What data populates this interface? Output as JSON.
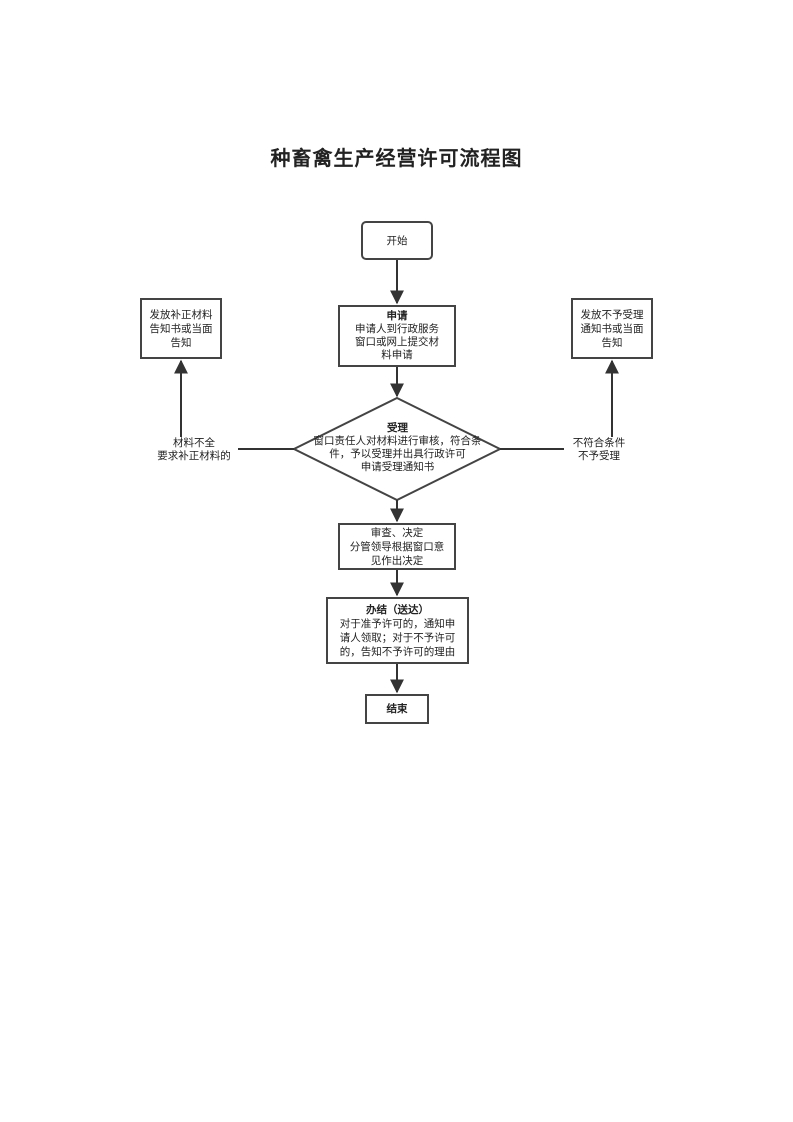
{
  "title": "种畜禽生产经营许可流程图",
  "nodes": {
    "start": {
      "label": "开始"
    },
    "apply": {
      "heading": "申请",
      "lines": [
        "申请人到行政服务",
        "窗口或网上提交材",
        "料申请"
      ]
    },
    "accept": {
      "heading": "受理",
      "lines": [
        "窗口责任人对材料进行审核，符合条",
        "件，予以受理并出具行政许可",
        "申请受理通知书"
      ]
    },
    "left_notice": {
      "lines": [
        "发放补正材料",
        "告知书或当面",
        "告知"
      ]
    },
    "right_notice": {
      "lines": [
        "发放不予受理",
        "通知书或当面",
        "告知"
      ]
    },
    "review": {
      "lines": [
        "审查、决定",
        "分管领导根据窗口意",
        "见作出决定"
      ]
    },
    "close": {
      "heading": "办结（送达）",
      "lines": [
        "对于准予许可的，通知申",
        "请人领取；对于不予许可",
        "的，告知不予许可的理由"
      ]
    },
    "end": {
      "label": "结束"
    }
  },
  "edges": {
    "left_label": [
      "材料不全",
      "要求补正材料的"
    ],
    "right_label": [
      "不符合条件",
      "不予受理"
    ]
  }
}
